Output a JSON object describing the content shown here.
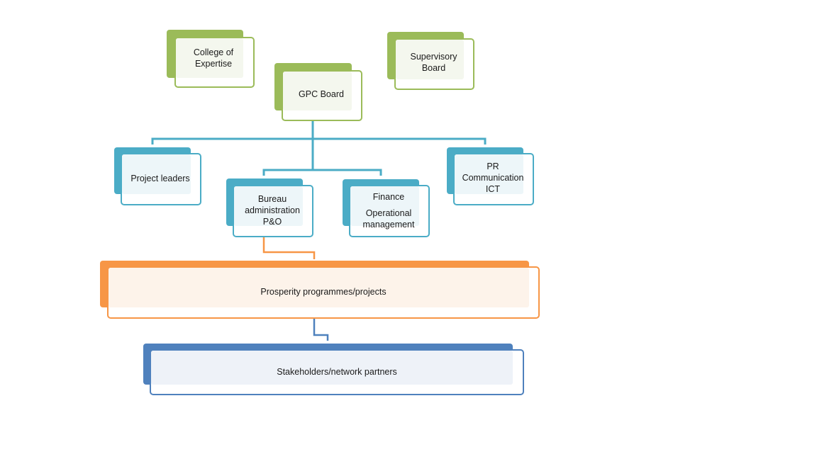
{
  "org_chart": {
    "college": {
      "lines": [
        "College of",
        "Expertise"
      ]
    },
    "supervisory": {
      "lines": [
        "Supervisory",
        "Board"
      ]
    },
    "gpc_board": {
      "lines": [
        "GPC Board"
      ]
    },
    "project_leaders": {
      "lines": [
        "Project leaders"
      ]
    },
    "bureau": {
      "lines": [
        "Bureau",
        "administration"
      ],
      "sub": "P&O"
    },
    "finance": {
      "lines": [
        "Finance"
      ],
      "sub_lines": [
        "Operational",
        "management"
      ]
    },
    "pr": {
      "lines": [
        "PR",
        "Communication",
        "ICT"
      ]
    },
    "programmes": {
      "lines": [
        "Prosperity programmes/projects"
      ]
    },
    "stakeholders": {
      "lines": [
        "Stakeholders/network partners"
      ]
    }
  },
  "colors": {
    "green": "#9bbb59",
    "teal": "#4bacc6",
    "orange": "#f79646",
    "blue": "#4f81bd"
  }
}
